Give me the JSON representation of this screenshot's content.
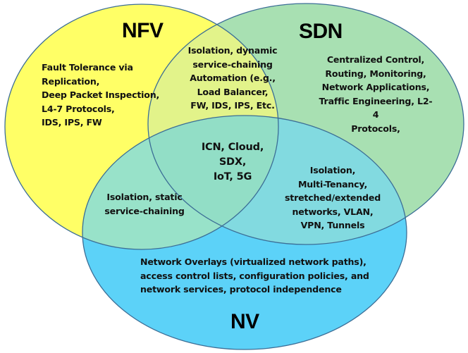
{
  "diagram": {
    "type": "venn",
    "sets": [
      {
        "id": "nfv",
        "title": "NFV",
        "color": "#FFFF66"
      },
      {
        "id": "sdn",
        "title": "SDN",
        "color": "#A8E0B2"
      },
      {
        "id": "nv",
        "title": "NV",
        "color": "#5CD2F8"
      }
    ],
    "overlap_colors": {
      "nfv_sdn": "#E2F38A",
      "nfv_nv": "#98E2C9",
      "sdn_nv": "#82DAE0",
      "all": "#92DEC6"
    },
    "outline_color": "#3C6E96",
    "regions": {
      "nfv_only": "Fault Tolerance via\nReplication,\nDeep Packet Inspection,\nL4-7 Protocols,\nIDS, IPS, FW",
      "sdn_only": "Centralized Control,\nRouting, Monitoring,\nNetwork Applications,\nTraffic Engineering, L2-4\nProtocols,",
      "nv_only": "Network Overlays (virtualized network paths),\naccess control lists, configuration policies, and\nnetwork services, protocol independence",
      "nfv_sdn": "Isolation, dynamic\nservice-chaining\nAutomation (e.g.,\nLoad Balancer,\nFW, IDS, IPS, Etc.",
      "nfv_nv": "Isolation, static\nservice-chaining",
      "sdn_nv": "Isolation,\nMulti-Tenancy,\nstretched/extended\nnetworks, VLAN,\nVPN, Tunnels",
      "all": "ICN, Cloud,\nSDX,\nIoT, 5G"
    }
  }
}
